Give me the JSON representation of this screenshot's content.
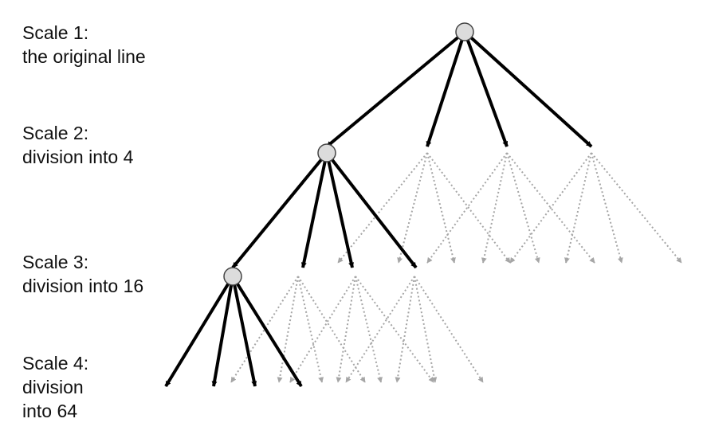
{
  "scales": [
    {
      "lines": [
        "Scale 1:",
        "the original line"
      ]
    },
    {
      "lines": [
        "Scale 2:",
        "division into 4"
      ]
    },
    {
      "lines": [
        "Scale 3:",
        "division into 16"
      ]
    },
    {
      "lines": [
        "Scale 4:",
        "division",
        "into 64"
      ]
    }
  ],
  "colors": {
    "solid_arrow": "#000000",
    "dotted_arrow": "#a6a6a6",
    "node_fill": "#dcdcdc",
    "node_stroke": "#444444"
  }
}
